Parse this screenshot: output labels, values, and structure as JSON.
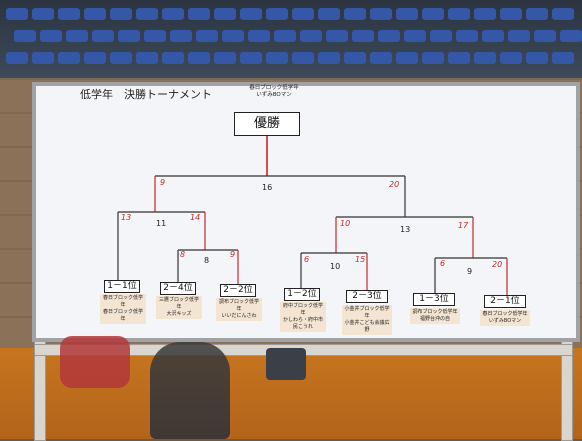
{
  "board": {
    "title": "低学年　決勝トーナメント",
    "champion_note_line1": "春日ブロック低学年",
    "champion_note_line2": "いずみBOマン",
    "winner_label": "優勝"
  },
  "match_numbers": [
    "16",
    "11",
    "13",
    "8",
    "10",
    "9"
  ],
  "scores": {
    "final_left": "9",
    "final_right": "20",
    "m11_left": "13",
    "m11_right": "14",
    "m13_left": "10",
    "m13_right": "17",
    "m8_left": "8",
    "m8_right": "9",
    "m10_left": "6",
    "m10_right": "15",
    "m9_left": "6",
    "m9_right": "20"
  },
  "seeds": [
    {
      "label": "1－1位",
      "note1": "春日ブロック低学年",
      "note2": "春日ブロック低学年"
    },
    {
      "label": "2－4位",
      "note1": "三鷹ブロック低学年",
      "note2": "大沢キッズ"
    },
    {
      "label": "2－2位",
      "note1": "調布ブロック低学年",
      "note2": "いいだにんさわ"
    },
    {
      "label": "1－2位",
      "note1": "府中ブロック低学年",
      "note2": "かしわら・府中市民こうれ"
    },
    {
      "label": "2－3位",
      "note1": "小金井ブロック低学年",
      "note2": "小金井こども会議広野"
    },
    {
      "label": "1－3位",
      "note1": "調布ブロック低学年",
      "note2": "福野台沖の自"
    },
    {
      "label": "2－1位",
      "note1": "春日ブロック低学年",
      "note2": "いずみBOマン"
    }
  ]
}
